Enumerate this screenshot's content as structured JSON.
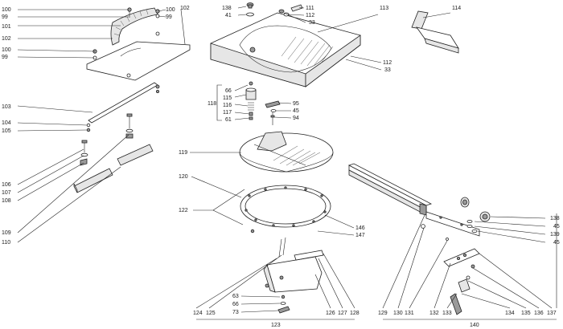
{
  "part_labels": [
    {
      "text": "100"
    },
    {
      "text": "99"
    },
    {
      "text": "101"
    },
    {
      "text": "100"
    },
    {
      "text": "99"
    },
    {
      "text": "102"
    },
    {
      "text": "102"
    },
    {
      "text": "100"
    },
    {
      "text": "99"
    },
    {
      "text": "103"
    },
    {
      "text": "104"
    },
    {
      "text": "105"
    },
    {
      "text": "106"
    },
    {
      "text": "107"
    },
    {
      "text": "108"
    },
    {
      "text": "109"
    },
    {
      "text": "110"
    },
    {
      "text": "138"
    },
    {
      "text": "41"
    },
    {
      "text": "111"
    },
    {
      "text": "112"
    },
    {
      "text": "33"
    },
    {
      "text": "113"
    },
    {
      "text": "112"
    },
    {
      "text": "33"
    },
    {
      "text": "114"
    },
    {
      "text": "66"
    },
    {
      "text": "115"
    },
    {
      "text": "116"
    },
    {
      "text": "117"
    },
    {
      "text": "61"
    },
    {
      "text": "118"
    },
    {
      "text": "95"
    },
    {
      "text": "45"
    },
    {
      "text": "94"
    },
    {
      "text": "119"
    },
    {
      "text": "120"
    },
    {
      "text": "122"
    },
    {
      "text": "146"
    },
    {
      "text": "147"
    },
    {
      "text": "63"
    },
    {
      "text": "66"
    },
    {
      "text": "73"
    },
    {
      "text": "124"
    },
    {
      "text": "125"
    },
    {
      "text": "126"
    },
    {
      "text": "127"
    },
    {
      "text": "128"
    },
    {
      "text": "123"
    },
    {
      "text": "129"
    },
    {
      "text": "130"
    },
    {
      "text": "131"
    },
    {
      "text": "132"
    },
    {
      "text": "133"
    },
    {
      "text": "134"
    },
    {
      "text": "135"
    },
    {
      "text": "136"
    },
    {
      "text": "137"
    },
    {
      "text": "140"
    },
    {
      "text": "138"
    },
    {
      "text": "45"
    },
    {
      "text": "139"
    },
    {
      "text": "45"
    }
  ]
}
